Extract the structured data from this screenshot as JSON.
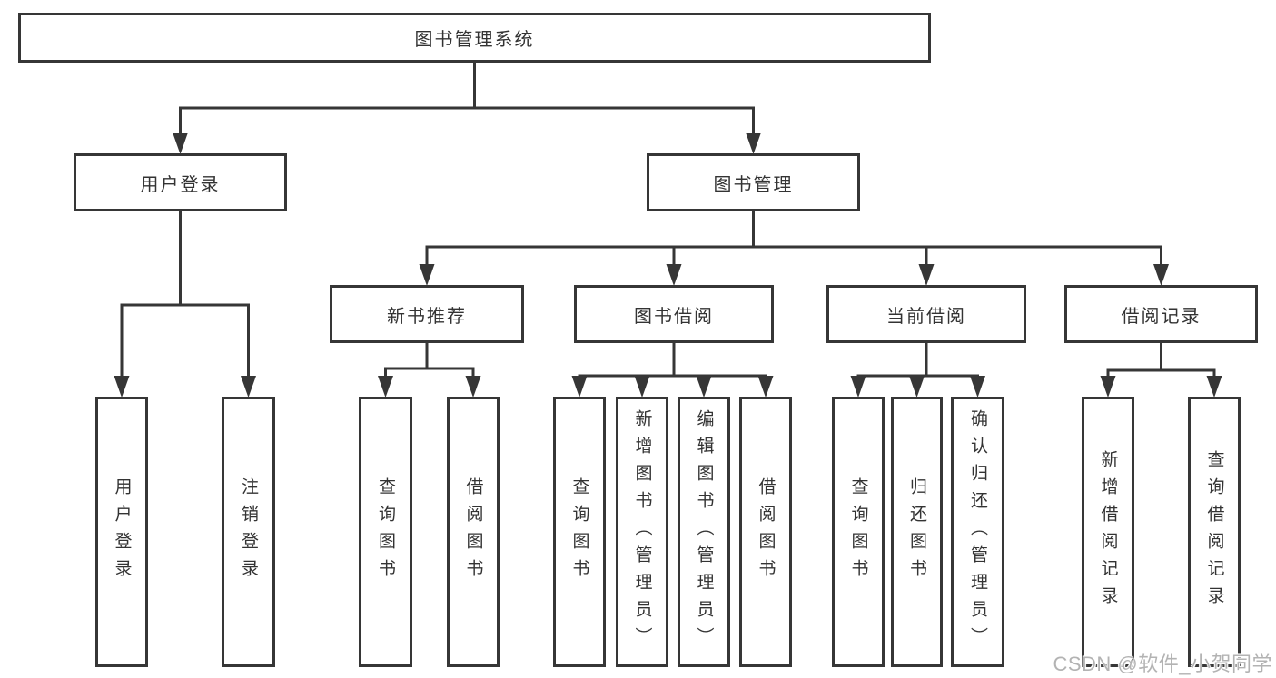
{
  "diagram": {
    "type": "tree",
    "title": "图书管理系统",
    "nodes": {
      "root": "图书管理系统",
      "login": "用户登录",
      "book_mgmt": "图书管理",
      "new_rec": "新书推荐",
      "borrow": "图书借阅",
      "current": "当前借阅",
      "records": "借阅记录",
      "login_user": "用户登录",
      "login_logout": "注销登录",
      "rec_query": "查询图书",
      "rec_borrow": "借阅图书",
      "bor_query": "查询图书",
      "bor_add": "新增图书（管理员）",
      "bor_edit": "编辑图书（管理员）",
      "bor_borrow": "借阅图书",
      "cur_query": "查询图书",
      "cur_return": "归还图书",
      "cur_confirm": "确认归还（管理员）",
      "recd_add": "新增借阅记录",
      "recd_query": "查询借阅记录"
    },
    "edges": [
      {
        "from": "root",
        "to": [
          "login",
          "book_mgmt"
        ]
      },
      {
        "from": "login",
        "to": [
          "login_user",
          "login_logout"
        ]
      },
      {
        "from": "book_mgmt",
        "to": [
          "new_rec",
          "borrow",
          "current",
          "records"
        ]
      },
      {
        "from": "new_rec",
        "to": [
          "rec_query",
          "rec_borrow"
        ]
      },
      {
        "from": "borrow",
        "to": [
          "bor_query",
          "bor_add",
          "bor_edit",
          "bor_borrow"
        ]
      },
      {
        "from": "current",
        "to": [
          "cur_query",
          "cur_return",
          "cur_confirm"
        ]
      },
      {
        "from": "records",
        "to": [
          "recd_add",
          "recd_query"
        ]
      }
    ]
  },
  "watermark": {
    "text": "CSDN @软件_小贺同学"
  },
  "colors": {
    "line": "#363636",
    "text": "#333333",
    "watermark": "#b3b3b3",
    "background": "#ffffff"
  }
}
